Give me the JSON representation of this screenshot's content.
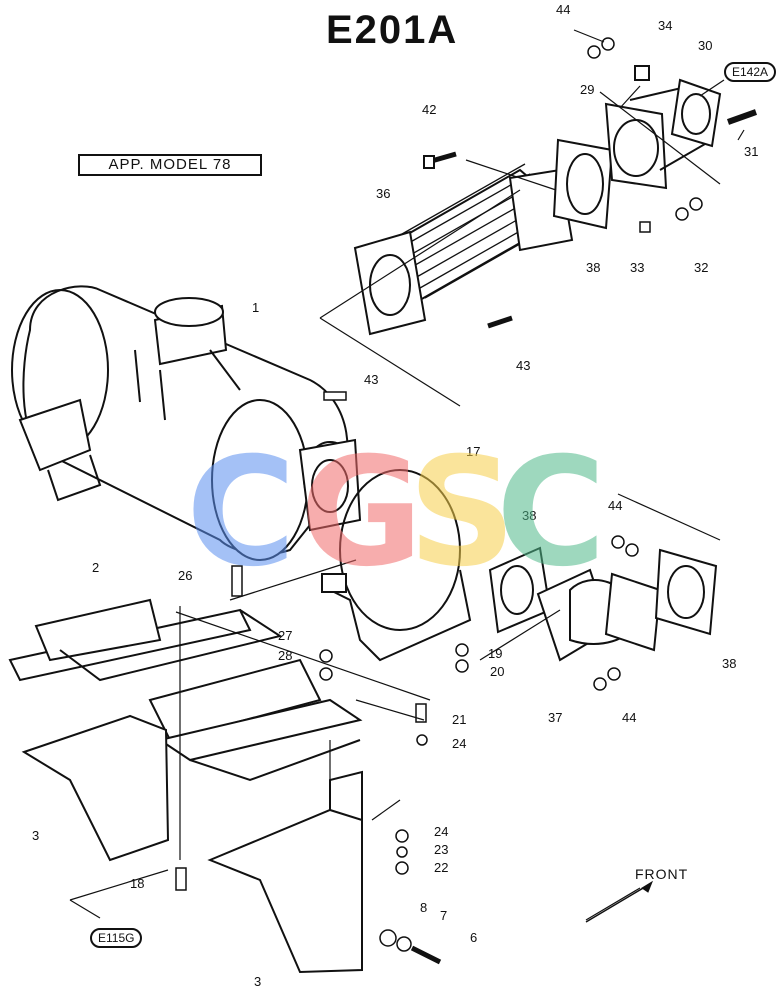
{
  "title": "E201A",
  "app_model": "APP. MODEL 78",
  "refs": {
    "top_right": "E142A",
    "bottom_left": "E115G"
  },
  "front_label": "FRONT",
  "watermark": {
    "letters": [
      "C",
      "G",
      "S",
      "C"
    ],
    "colors": [
      "#5b8ff0",
      "#f26b6b",
      "#f7cf4a",
      "#4fb98a"
    ]
  },
  "part_numbers": [
    {
      "id": "44a",
      "text": "44"
    },
    {
      "id": "34",
      "text": "34"
    },
    {
      "id": "30",
      "text": "30"
    },
    {
      "id": "29",
      "text": "29"
    },
    {
      "id": "31",
      "text": "31"
    },
    {
      "id": "42",
      "text": "42"
    },
    {
      "id": "36",
      "text": "36"
    },
    {
      "id": "38a",
      "text": "38"
    },
    {
      "id": "33",
      "text": "33"
    },
    {
      "id": "32",
      "text": "32"
    },
    {
      "id": "1",
      "text": "1"
    },
    {
      "id": "43a",
      "text": "43"
    },
    {
      "id": "43b",
      "text": "43"
    },
    {
      "id": "17",
      "text": "17"
    },
    {
      "id": "38b",
      "text": "38"
    },
    {
      "id": "44b",
      "text": "44"
    },
    {
      "id": "26",
      "text": "26"
    },
    {
      "id": "2",
      "text": "2"
    },
    {
      "id": "27",
      "text": "27"
    },
    {
      "id": "28",
      "text": "28"
    },
    {
      "id": "19",
      "text": "19"
    },
    {
      "id": "20",
      "text": "20"
    },
    {
      "id": "38c",
      "text": "38"
    },
    {
      "id": "37",
      "text": "37"
    },
    {
      "id": "44c",
      "text": "44"
    },
    {
      "id": "21",
      "text": "21"
    },
    {
      "id": "24a",
      "text": "24"
    },
    {
      "id": "3a",
      "text": "3"
    },
    {
      "id": "24b",
      "text": "24"
    },
    {
      "id": "23",
      "text": "23"
    },
    {
      "id": "22",
      "text": "22"
    },
    {
      "id": "18",
      "text": "18"
    },
    {
      "id": "8",
      "text": "8"
    },
    {
      "id": "7",
      "text": "7"
    },
    {
      "id": "6",
      "text": "6"
    },
    {
      "id": "3b",
      "text": "3"
    }
  ]
}
